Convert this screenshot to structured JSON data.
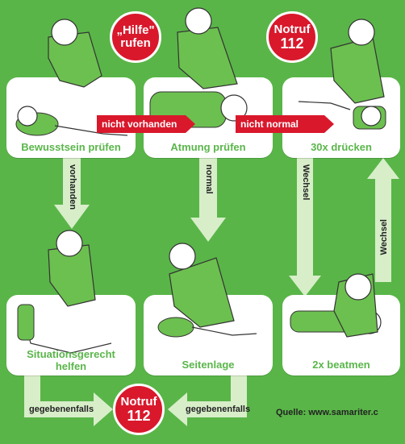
{
  "steps": {
    "bewusstsein": "Bewusstsein prüfen",
    "atmung": "Atmung prüfen",
    "druecken": "30x drücken",
    "situation_line1": "Situationsgerecht",
    "situation_line2": "helfen",
    "seitenlage": "Seitenlage",
    "beatmen": "2x beatmen"
  },
  "circles": {
    "hilfe_line1": "„Hilfe\"",
    "hilfe_line2": "rufen",
    "notruf_top_line1": "Notruf",
    "notruf_top_line2": "112",
    "notruf_bottom_line1": "Notruf",
    "notruf_bottom_line2": "112"
  },
  "transitions": {
    "nicht_vorhanden": "nicht vorhanden",
    "nicht_normal": "nicht normal",
    "vorhanden": "vorhanden",
    "normal": "normal",
    "wechsel_down": "Wechsel",
    "wechsel_up": "Wechsel",
    "gegebenenfalls_left": "gegebenenfalls",
    "gegebenenfalls_right": "gegebenenfalls"
  },
  "source": "Quelle: www.samariter.c",
  "colors": {
    "background": "#59b548",
    "label_green": "#5ab64a",
    "red": "#d9182c",
    "arrow": "#d7eec9",
    "shirt": "#6cc04f"
  }
}
